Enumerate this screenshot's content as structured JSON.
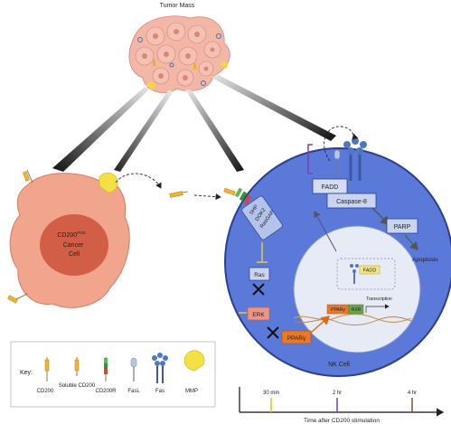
{
  "tumor": {
    "title": "Tumor Mass"
  },
  "cancer_cell": {
    "line1": "CD200",
    "sup": "POS",
    "line2": "Cancer",
    "line3": "Cell"
  },
  "nk": {
    "label": "NK Cell",
    "fadd": "FADD",
    "caspase": "Caspase-8",
    "parp": "PARP",
    "apoptosis": "Apoptosis",
    "adaptor": [
      "SHP",
      "DOK2",
      "RasGAP"
    ],
    "ras": "Ras",
    "erk": "ERK",
    "ppar": "PPARγ",
    "nucleus_fadd": "FADD",
    "ppar_small": "PPARγ",
    "rxr": "RXR",
    "transcription": "Transcription"
  },
  "key": {
    "title": "Key:",
    "items": [
      "CD200",
      "Soluble CD200",
      "CD200R",
      "FasL",
      "Fas",
      "MMP"
    ]
  },
  "timeline": {
    "ticks": [
      {
        "label": "30 min",
        "color": "#e9c318"
      },
      {
        "label": "2 hr",
        "color": "#7b3fb2"
      },
      {
        "label": "4 hr",
        "color": "#6b5a2a"
      }
    ],
    "axis_label": "Time after CD200 stimulation"
  }
}
